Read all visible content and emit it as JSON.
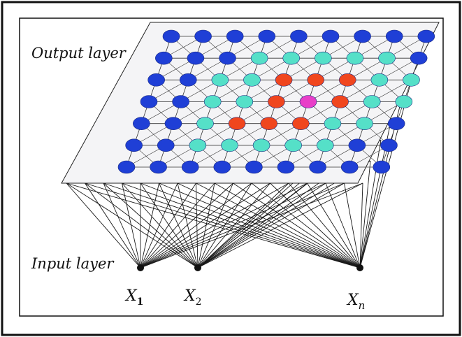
{
  "labels": {
    "output_layer": "Output layer",
    "input_layer": "Input layer"
  },
  "inputs": [
    {
      "name": "X",
      "sub": "1"
    },
    {
      "name": "X",
      "sub": "2"
    },
    {
      "name": "X",
      "sub": "n"
    }
  ],
  "grid": {
    "rows": 7,
    "cols": 9,
    "cells": [
      [
        "B",
        "B",
        "B",
        "B",
        "B",
        "B",
        "B",
        "B",
        "B"
      ],
      [
        "B",
        "B",
        "B",
        "C",
        "C",
        "C",
        "C",
        "C",
        "B"
      ],
      [
        "B",
        "B",
        "C",
        "C",
        "R",
        "R",
        "R",
        "C",
        "C"
      ],
      [
        "B",
        "B",
        "C",
        "C",
        "R",
        "M",
        "R",
        "C",
        "C"
      ],
      [
        "B",
        "B",
        "C",
        "R",
        "R",
        "R",
        "C",
        "C",
        "B"
      ],
      [
        "B",
        "B",
        "C",
        "C",
        "C",
        "C",
        "C",
        "B",
        "B"
      ],
      [
        "B",
        "B",
        "B",
        "B",
        "B",
        "B",
        "B",
        "B",
        "B"
      ]
    ]
  },
  "colors": {
    "frame": "#111111",
    "plane_fill": "#f4f4f6",
    "plane_stroke": "#222222",
    "link": "#1a1a1a",
    "B": "#1f3fd6",
    "C": "#55e0c8",
    "R": "#f0461e",
    "M": "#e83fc8",
    "input_node": "#111111"
  }
}
